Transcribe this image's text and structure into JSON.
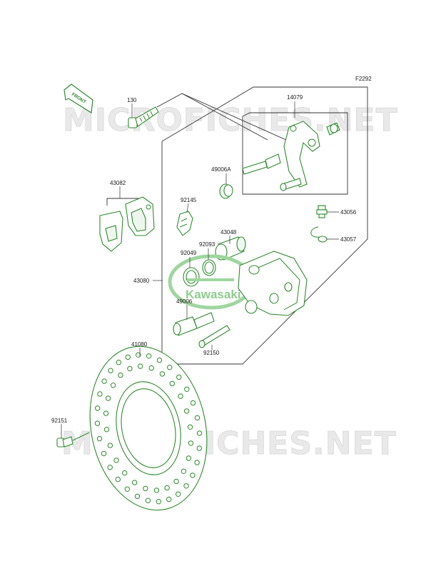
{
  "diagram": {
    "figure_code": "F2292",
    "front_label": "FRONT",
    "watermark_text": "MICROFICHES.NET",
    "logo_text": "Kawasaki",
    "line_color": "#2f8a2f",
    "parts": [
      {
        "ref": "130",
        "name": "bolt"
      },
      {
        "ref": "14079",
        "name": "caliper-bracket"
      },
      {
        "ref": "49006A",
        "name": "boot"
      },
      {
        "ref": "43082",
        "name": "brake-pad-set"
      },
      {
        "ref": "92145",
        "name": "pad-spring"
      },
      {
        "ref": "43048",
        "name": "piston"
      },
      {
        "ref": "92093",
        "name": "dust-seal"
      },
      {
        "ref": "92049",
        "name": "piston-seal"
      },
      {
        "ref": "43080",
        "name": "caliper-assembly"
      },
      {
        "ref": "49006",
        "name": "boot"
      },
      {
        "ref": "43056",
        "name": "bleed-valve"
      },
      {
        "ref": "43057",
        "name": "bleed-cap"
      },
      {
        "ref": "92150",
        "name": "pad-pin"
      },
      {
        "ref": "41080",
        "name": "brake-disc"
      },
      {
        "ref": "92151",
        "name": "disc-bolt"
      }
    ]
  }
}
